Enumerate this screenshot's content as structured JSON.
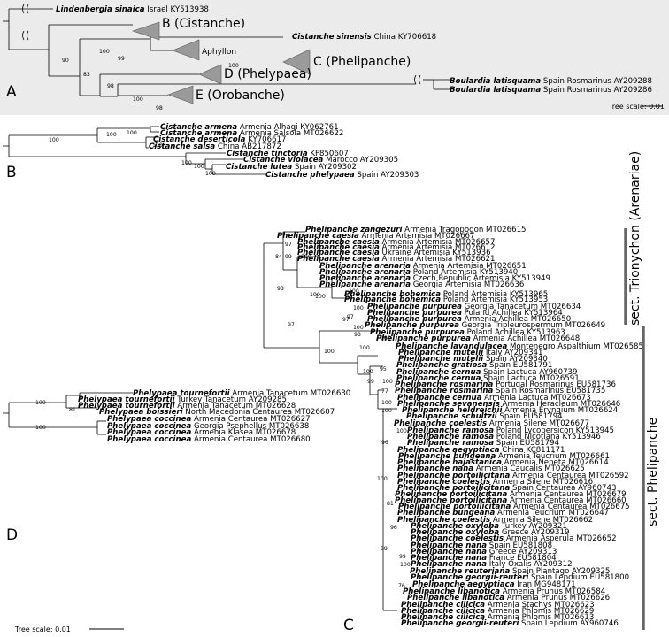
{
  "panel_labels": {
    "A": "A",
    "B": "B",
    "C": "C",
    "D": "D"
  },
  "scale": {
    "a": "Tree scale: 0.01",
    "c": "Tree scale: 0.01"
  },
  "sections": {
    "trionychon": "sect. Trionychon (Arenariae)",
    "phelipanche": "sect. Phelipanche"
  },
  "panel_a": {
    "tips": [
      {
        "b": "Lindenbergia sinaica",
        "r": "Israel KY513938"
      },
      {
        "b": "Cistanche sinensis",
        "r": "China KY706618"
      },
      {
        "b": "Boulardia latisquama",
        "r": "Spain Rosmarinus AY209288"
      },
      {
        "b": "Boulardia latisquama",
        "r": "Spain Rosmarinus AY209286"
      }
    ],
    "clades": [
      "B (Cistanche)",
      "Aphyllon",
      "C (Phelipanche)",
      "D (Phelypaea)",
      "E (Orobanche)"
    ],
    "support": [
      "100",
      "90",
      "99",
      "100",
      "83",
      "98",
      "100",
      "98"
    ]
  },
  "panel_b": {
    "tips": [
      {
        "b": "Cistanche armena",
        "r": "Armenia Alhagi KY062761"
      },
      {
        "b": "Cistanche armena",
        "r": "Armenia Salsola MT026622"
      },
      {
        "b": "Cistanche deserticola",
        "r": "KY706617"
      },
      {
        "b": "Cistanche salsa",
        "r": "China AB217872"
      },
      {
        "b": "Cistanche tinctoria",
        "r": "KF850607"
      },
      {
        "b": "Cistanche violacea",
        "r": "Marocco AY209305"
      },
      {
        "b": "Cistanche lutea",
        "r": "Spain AY209302"
      },
      {
        "b": "Cistanche phelypaea",
        "r": "Spain AY209303"
      }
    ],
    "support": [
      "100",
      "100",
      "100",
      "100",
      "100",
      "100",
      "100"
    ]
  },
  "panel_d": {
    "tips": [
      {
        "b": "Phelypaea tournefortii",
        "r": "Armenia Tanacetum MT026630"
      },
      {
        "b": "Phelypaea tournefortii",
        "r": "Turkey Tanacetum AY209285"
      },
      {
        "b": "Phelypaea tournefortii",
        "r": "Armenia Tanacetum MT026628"
      },
      {
        "b": "Phelypaea boissieri",
        "r": "North Macedonia Centaurea MT026607"
      },
      {
        "b": "Phelypaea coccinea",
        "r": "Armenia Centaurea MT026627"
      },
      {
        "b": "Phelypaea coccinea",
        "r": "Georgia Psephellus MT026638"
      },
      {
        "b": "Phelypaea coccinea",
        "r": "Armenia Klasea MT026678"
      },
      {
        "b": "Phelypaea coccinea",
        "r": "Armenia Centaurea MT026680"
      }
    ],
    "support": [
      "100",
      "81",
      "100"
    ]
  },
  "panel_c": {
    "tips": [
      {
        "b": "Phelipanche zangezuri",
        "r": "Armenia Tragopogon MT026615"
      },
      {
        "b": "Phelipanche caesia",
        "r": "Armenia Artemisia MT026667"
      },
      {
        "b": "Phelipanche caesia",
        "r": "Armenia Artemisia MT026657"
      },
      {
        "b": "Phelipanche caesia",
        "r": "Armenia Artemisia MT026612"
      },
      {
        "b": "Phelipanche caesia",
        "r": "Ukraine Artemisia KY513936"
      },
      {
        "b": "Phelipanche caesia",
        "r": "Armenia Artemisia MT026621"
      },
      {
        "b": "Phelipanche arenaria",
        "r": "Armenia Artemisia MT026651"
      },
      {
        "b": "Phelipanche arenaria",
        "r": "Poland Artemisia KY513940"
      },
      {
        "b": "Phelipanche arenaria",
        "r": "Czech Republic Artemisia KY513949"
      },
      {
        "b": "Phelipanche arenaria",
        "r": "Georgia Artemisia MT026636"
      },
      {
        "b": "Phelipanche bohemica",
        "r": "Poland Artemisia KY513965"
      },
      {
        "b": "Phelipanche bohemica",
        "r": "Poland Artemisia KY513953"
      },
      {
        "b": "Phelipanche purpurea",
        "r": "Georgia Tanacetum MT026634"
      },
      {
        "b": "Phelipanche purpurea",
        "r": "Poland Achillea KY513964"
      },
      {
        "b": "Phelipanche purpurea",
        "r": "Armenia Achillea MT026650"
      },
      {
        "b": "Phelipanche purpurea",
        "r": "Georgia Tripleurospermum MT026649"
      },
      {
        "b": "Phelipanche purpurea",
        "r": "Poland Achillea KY513963"
      },
      {
        "b": "Phelipanche purpurea",
        "r": "Armenia Achillea MT026648"
      },
      {
        "b": "Phelipanche lavandulacea",
        "r": "Montenegro Aspalthium MT026585"
      },
      {
        "b": "Phelipanche mutelii",
        "r": "Italy AY209341"
      },
      {
        "b": "Phelipanche mutelii",
        "r": "Spain AY209340"
      },
      {
        "b": "Phelipanche gratiosa",
        "r": "Spain EU581791"
      },
      {
        "b": "Phelipanche cernua",
        "r": "Spain Lactuca AY960739"
      },
      {
        "b": "Phelipanche cernua",
        "r": "Spain Lactuca MT026591"
      },
      {
        "b": "Phelipanche rosmarina",
        "r": "Portugal Rosmarinus EU581736"
      },
      {
        "b": "Phelipanche rosmarina",
        "r": "Spain Rosmarinus EU581735"
      },
      {
        "b": "Phelipanche cernua",
        "r": "Armenia Lactuca MT026673"
      },
      {
        "b": "Phelipanche sevanensis",
        "r": "Armenia Heracleum MT026646"
      },
      {
        "b": "Phelipanche heldreichii",
        "r": "Armenia Eryngium MT026624"
      },
      {
        "b": "Phelipanche schultzii",
        "r": "Spain EU581794"
      },
      {
        "b": "Phelipanche coelestis",
        "r": "Armenia Silene MT026677"
      },
      {
        "b": "Phelipanche ramosa",
        "r": "Poland Lycopersicon KY513945"
      },
      {
        "b": "Phelipanche ramosa",
        "r": "Poland Nicotiana KY513946"
      },
      {
        "b": "Phelipanche ramosa",
        "r": "Spain EU581794"
      },
      {
        "b": "Phelipanche aegyptiaca",
        "r": "China KC811171"
      },
      {
        "b": "Phelipanche bungeana",
        "r": "Armenia Teucrium MT026661"
      },
      {
        "b": "Phelipanche hajastanica",
        "r": "Armenia Nepeta MT026614"
      },
      {
        "b": "Phelipanche nana",
        "r": "Armenia Caucalis MT026625"
      },
      {
        "b": "Phelipanche portoilicitana",
        "r": "Armenia Centaurea MT026592"
      },
      {
        "b": "Phelipanche coelestis",
        "r": "Armenia Silene MT026616"
      },
      {
        "b": "Phelipanche portoilicitana",
        "r": "Spain Centaurea AY960743"
      },
      {
        "b": "Phelipanche portoilicitana",
        "r": "Armenia Centaurea MT026679"
      },
      {
        "b": "Phelipanche portoilicitana",
        "r": "Armenia Centaurea MT026660"
      },
      {
        "b": "Phelipanche portoilicitana",
        "r": "Armenia Centaurea MT026675"
      },
      {
        "b": "Phelipanche bungeana",
        "r": "Armenia Teucrium MT026647"
      },
      {
        "b": "Phelipanche coelestis",
        "r": "Armenia Silene MT026662"
      },
      {
        "b": "Phelipanche oxyloba",
        "r": "Turkey AY209321"
      },
      {
        "b": "Phelipanche oxyloba",
        "r": "Greece AY209319"
      },
      {
        "b": "Phelipanche coelestis",
        "r": "Armenia Asperula MT026652"
      },
      {
        "b": "Phelipanche nana",
        "r": "Spain EU581808"
      },
      {
        "b": "Phelipanche nana",
        "r": "Greece AY209313"
      },
      {
        "b": "Phelipanche nana",
        "r": "France EU581804"
      },
      {
        "b": "Phelipanche nana",
        "r": "Italy Oxalis AY209312"
      },
      {
        "b": "Phelipanche reuteriana",
        "r": "Spain Plantago AY209325"
      },
      {
        "b": "Phelipanche georgii-reuteri",
        "r": "Spain Lepdium EU581800"
      },
      {
        "b": "Phelipanche aegyptiaca",
        "r": "Iran MG948171"
      },
      {
        "b": "Phelipanche libanotica",
        "r": "Armenia Prunus MT026584"
      },
      {
        "b": "Phelipanche libanotica",
        "r": "Armenia Prunus MT026626"
      },
      {
        "b": "Phelipanche cilicica",
        "r": "Armenia Stachys MT026623"
      },
      {
        "b": "Phelipanche cilicica",
        "r": "Armenia Phlomis MT026629"
      },
      {
        "b": "Phelipanche cilicica",
        "r": "Armenia Phlomis MT026613"
      },
      {
        "b": "Phelipanche georgii-reuteri",
        "r": "Spain Lepdium AY960746"
      }
    ],
    "support": [
      "97",
      "99",
      "100",
      "84",
      "98",
      "100",
      "97",
      "100",
      "100",
      "97",
      "100",
      "97",
      "100",
      "98",
      "100",
      "100",
      "100",
      "100",
      "95",
      "99",
      "100",
      "77",
      "100",
      "100",
      "100",
      "96",
      "100",
      "99",
      "81",
      "96",
      "99",
      "100",
      "76"
    ]
  }
}
